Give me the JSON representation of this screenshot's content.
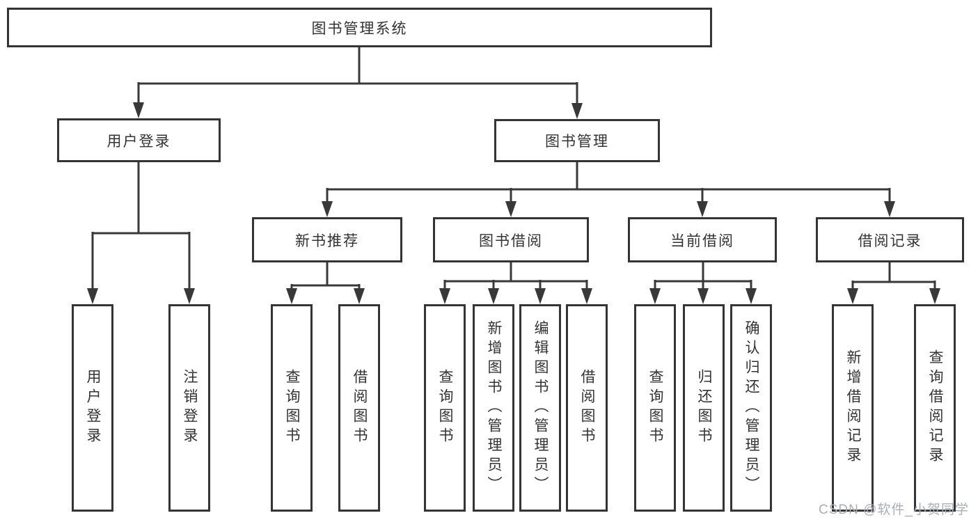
{
  "tree": {
    "label": "图书管理系统",
    "children": [
      {
        "label": "用户登录",
        "children": [
          {
            "label": "用户登录"
          },
          {
            "label": "注销登录"
          }
        ]
      },
      {
        "label": "图书管理",
        "children": [
          {
            "label": "新书推荐",
            "children": [
              {
                "label": "查询图书"
              },
              {
                "label": "借阅图书"
              }
            ]
          },
          {
            "label": "图书借阅",
            "children": [
              {
                "label": "查询图书"
              },
              {
                "label": "新增图书（管理员）"
              },
              {
                "label": "编辑图书（管理员）"
              },
              {
                "label": "借阅图书"
              }
            ]
          },
          {
            "label": "当前借阅",
            "children": [
              {
                "label": "查询图书"
              },
              {
                "label": "归还图书"
              },
              {
                "label": "确认归还（管理员）"
              }
            ]
          },
          {
            "label": "借阅记录",
            "children": [
              {
                "label": "新增借阅记录"
              },
              {
                "label": "查询借阅记录"
              }
            ]
          }
        ]
      }
    ]
  },
  "watermark": {
    "text": "CSDN @软件_小贺同学"
  },
  "colors": {
    "line": "#383838",
    "box_border": "#343434",
    "box_fill": "#ffffff",
    "text": "#333333",
    "watermark": "#a9aeb4",
    "background": "#ffffff"
  }
}
